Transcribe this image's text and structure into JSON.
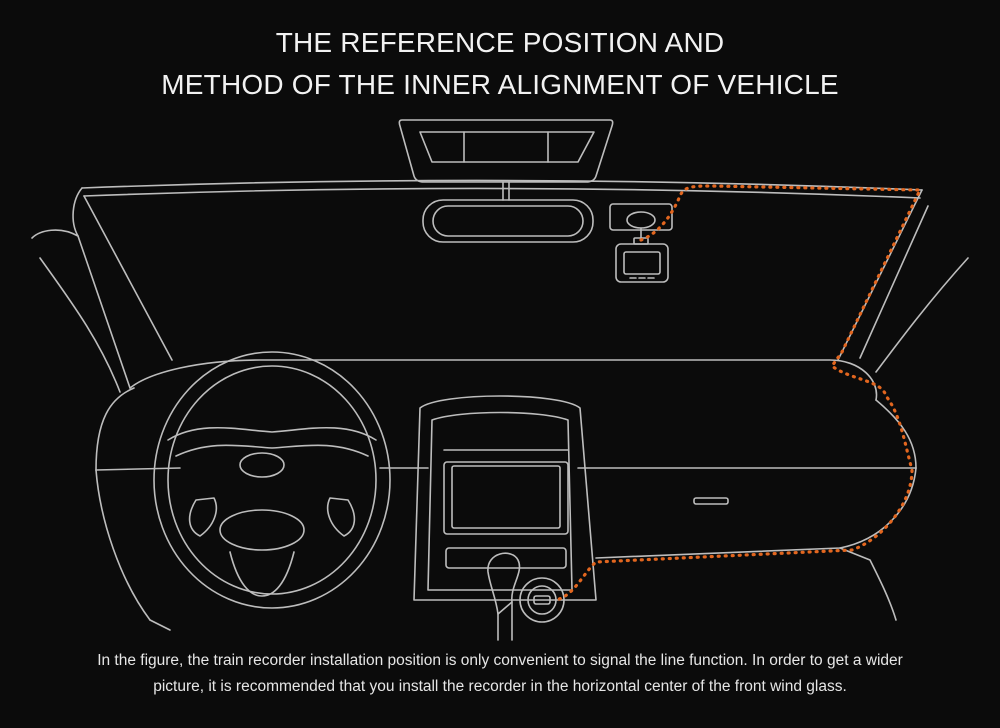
{
  "title": {
    "line1": "THE REFERENCE POSITION AND",
    "line2": "METHOD OF THE INNER ALIGNMENT OF VEHICLE"
  },
  "caption": {
    "line1": "In the figure, the train recorder installation position is only convenient to signal the line function. In order to get a wider",
    "line2": "picture, it is recommended that you install the recorder in the horizontal center of the front wind glass."
  },
  "colors": {
    "background": "#0b0b0b",
    "line_art": "#bdbdbd",
    "cable_route": "#e2661f",
    "text": "#f2f2f2"
  }
}
